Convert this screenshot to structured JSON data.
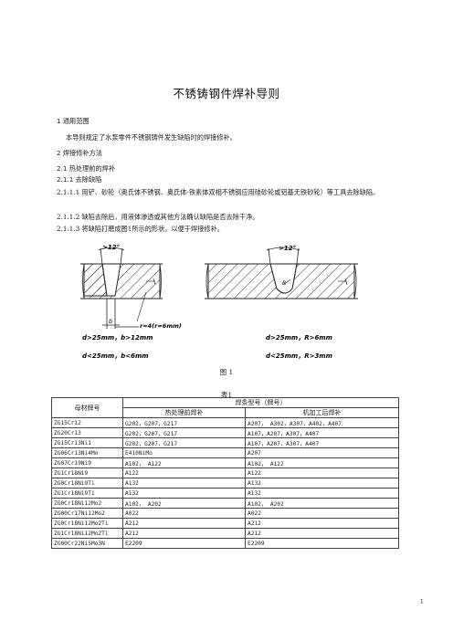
{
  "title": "不锈铸钢件焊补导则",
  "sections": {
    "s1_heading": "1  通用范围",
    "s1_body": "本导则规定了水泵零件不锈钢铸件发生缺陷时的焊接修补。",
    "s2_heading": "2  焊接修补方法",
    "s21_heading": "2.1 热处理前的焊补",
    "s211_heading": "2.1.1 去除缺陷",
    "s2111_body": "2.1.1.1 用铲、砂轮（奥氏体不锈钢、奥氏体-铁素体双相不锈钢应用硅砂轮或铝基无铁砂轮）等工具去除缺陷。",
    "s2112_body": "2.1.1.2 缺陷去除后，用液体渗透或其他方法确认缺陷是否去除干净。",
    "s2113_body": "2.1.1.3 将缺陷打磨成图1所示的形状，以便于焊接修补。"
  },
  "figure": {
    "angle_left": ">12°",
    "angle_right": ">12°",
    "b_label": "b",
    "r_label": "R",
    "edge_note": "r≈4(r≈6mm)",
    "left_rule1": "d>25mm，b>12mm",
    "left_rule2": "d<25mm，b<6mm",
    "right_rule1": "d>25mm，R>6mm",
    "right_rule2": "d<25mm，R>3mm",
    "caption": "图  1"
  },
  "table": {
    "caption": "表1",
    "header_material": "母材牌号",
    "header_group": "焊条型号（牌号）",
    "header_before": "热处理前焊补",
    "header_after": "机加工后焊补",
    "rows": [
      [
        "ZG15Cr12",
        "G202，G207，G217",
        "A207，  A302，A307，A402，A407"
      ],
      [
        "ZG20Cr13",
        "G202，G207，G217",
        "A107，A207，A307，A407"
      ],
      [
        "ZG15Cr13Ni1",
        "G202，G207，G217",
        "A107，A207，A307，A407"
      ],
      [
        "ZG06Cr13Ni4Mo",
        "E410NiMo",
        "A207"
      ],
      [
        "ZG07Cr19Ni9",
        "A102，  A122",
        "A102，  A122"
      ],
      [
        "ZG1Cr18Ni9",
        "A122",
        "A122"
      ],
      [
        "ZG0Cr18Ni9Ti",
        "A132",
        "A132"
      ],
      [
        "ZG1Cr18Ni9Ti",
        "A132",
        "A132"
      ],
      [
        "ZG0Cr18Ni12Mo2",
        "A102，  A202",
        "A102，  A202"
      ],
      [
        "ZG00Cr17Ni12Mo2",
        "A022",
        "A022"
      ],
      [
        "ZG0Cr18Ni12Mo2Ti",
        "A212",
        "A212"
      ],
      [
        "ZG1Cr18Ni12Mo2Ti",
        "A212",
        "A212"
      ],
      [
        "ZG00Cr22Ni5Mo3N",
        "E2209",
        "E2209"
      ]
    ]
  },
  "page_number": "1"
}
